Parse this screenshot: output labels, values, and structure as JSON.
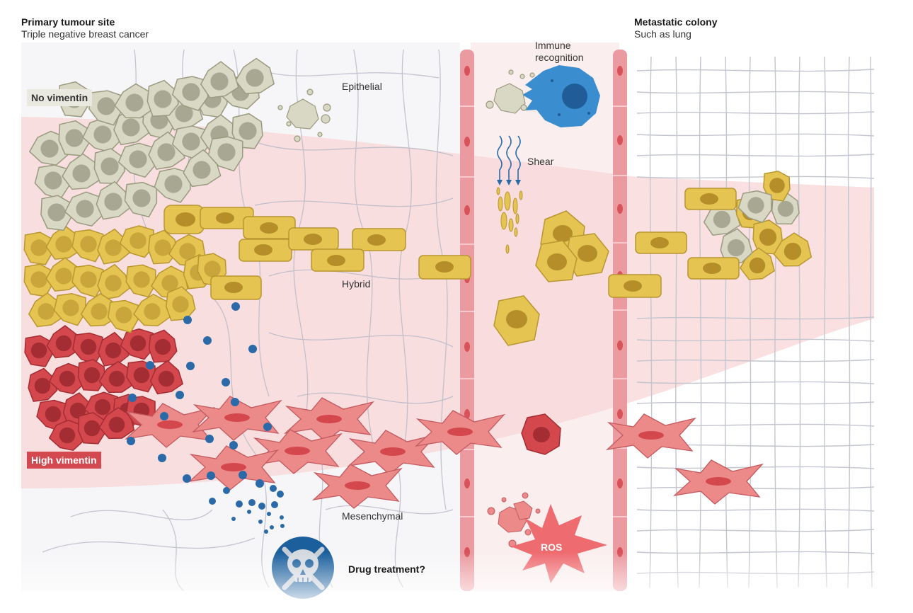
{
  "headers": {
    "primary_title": "Primary tumour site",
    "primary_subtitle": "Triple negative breast cancer",
    "metastatic_title": "Metastatic colony",
    "metastatic_subtitle": "Such as lung"
  },
  "badges": {
    "no_vimentin": "No vimentin",
    "high_vimentin": "High vimentin"
  },
  "labels": {
    "epithelial": "Epithelial",
    "hybrid": "Hybrid",
    "mesenchymal": "Mesenchymal",
    "immune_line1": "Immune",
    "immune_line2": "recognition",
    "shear": "Shear",
    "ros": "ROS",
    "drug": "Drug treatment?"
  },
  "colors": {
    "epithelial_cell": "#d8d8c4",
    "hybrid_cell": "#e6c451",
    "mesenchymal_cell": "#ec8a8a",
    "high_vimentin_cell": "#d4474d",
    "vessel": "#eb9aa0",
    "immune_cell": "#3a8ed0",
    "drug_dot": "#2b6aa8",
    "badge_grey": "#e9e9e0",
    "badge_red": "#d44950",
    "ros_star": "#ee6b70"
  }
}
